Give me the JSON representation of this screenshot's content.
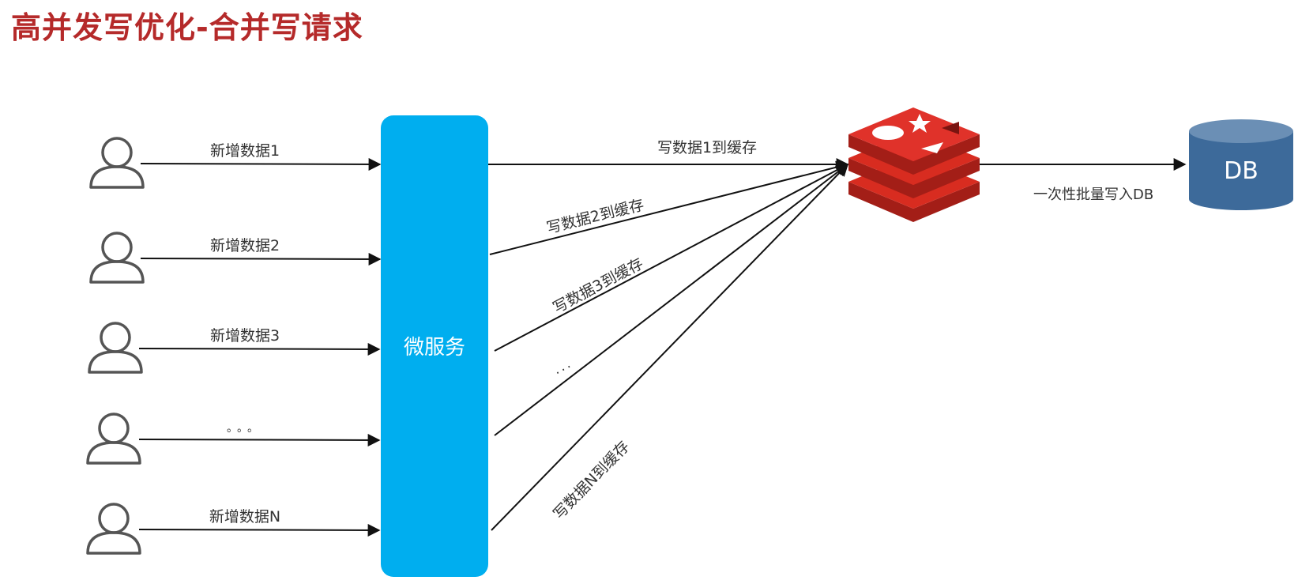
{
  "title": "高并发写优化-合并写请求",
  "users": [
    {
      "label": "新增数据1"
    },
    {
      "label": "新增数据2"
    },
    {
      "label": "新增数据3"
    },
    {
      "label": "。。。"
    },
    {
      "label": "新增数据N"
    }
  ],
  "service": {
    "label": "微服务"
  },
  "cache_writes": [
    {
      "label": "写数据1到缓存"
    },
    {
      "label": "写数据2到缓存"
    },
    {
      "label": "写数据3到缓存"
    },
    {
      "label": "..."
    },
    {
      "label": "写数据N到缓存"
    }
  ],
  "cache": {
    "icon": "redis-icon"
  },
  "db": {
    "label": "DB",
    "write_label": "一次性批量写入DB"
  },
  "colors": {
    "title": "#b52a2a",
    "service": "#00aeef",
    "redis": "#d82c20",
    "db": "#3d6a9a",
    "db_top": "#6b8fb5",
    "user_icon": "#555555"
  }
}
